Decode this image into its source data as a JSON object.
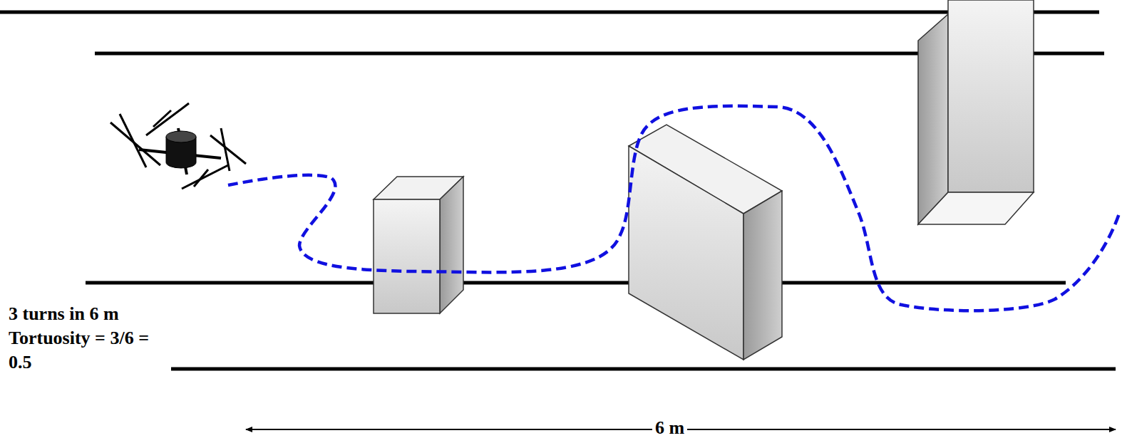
{
  "diagram": {
    "labels": [
      "3 turns in 6 m",
      "Tortuosity = 3/6 = 0.5",
      "6 m"
    ]
  }
}
